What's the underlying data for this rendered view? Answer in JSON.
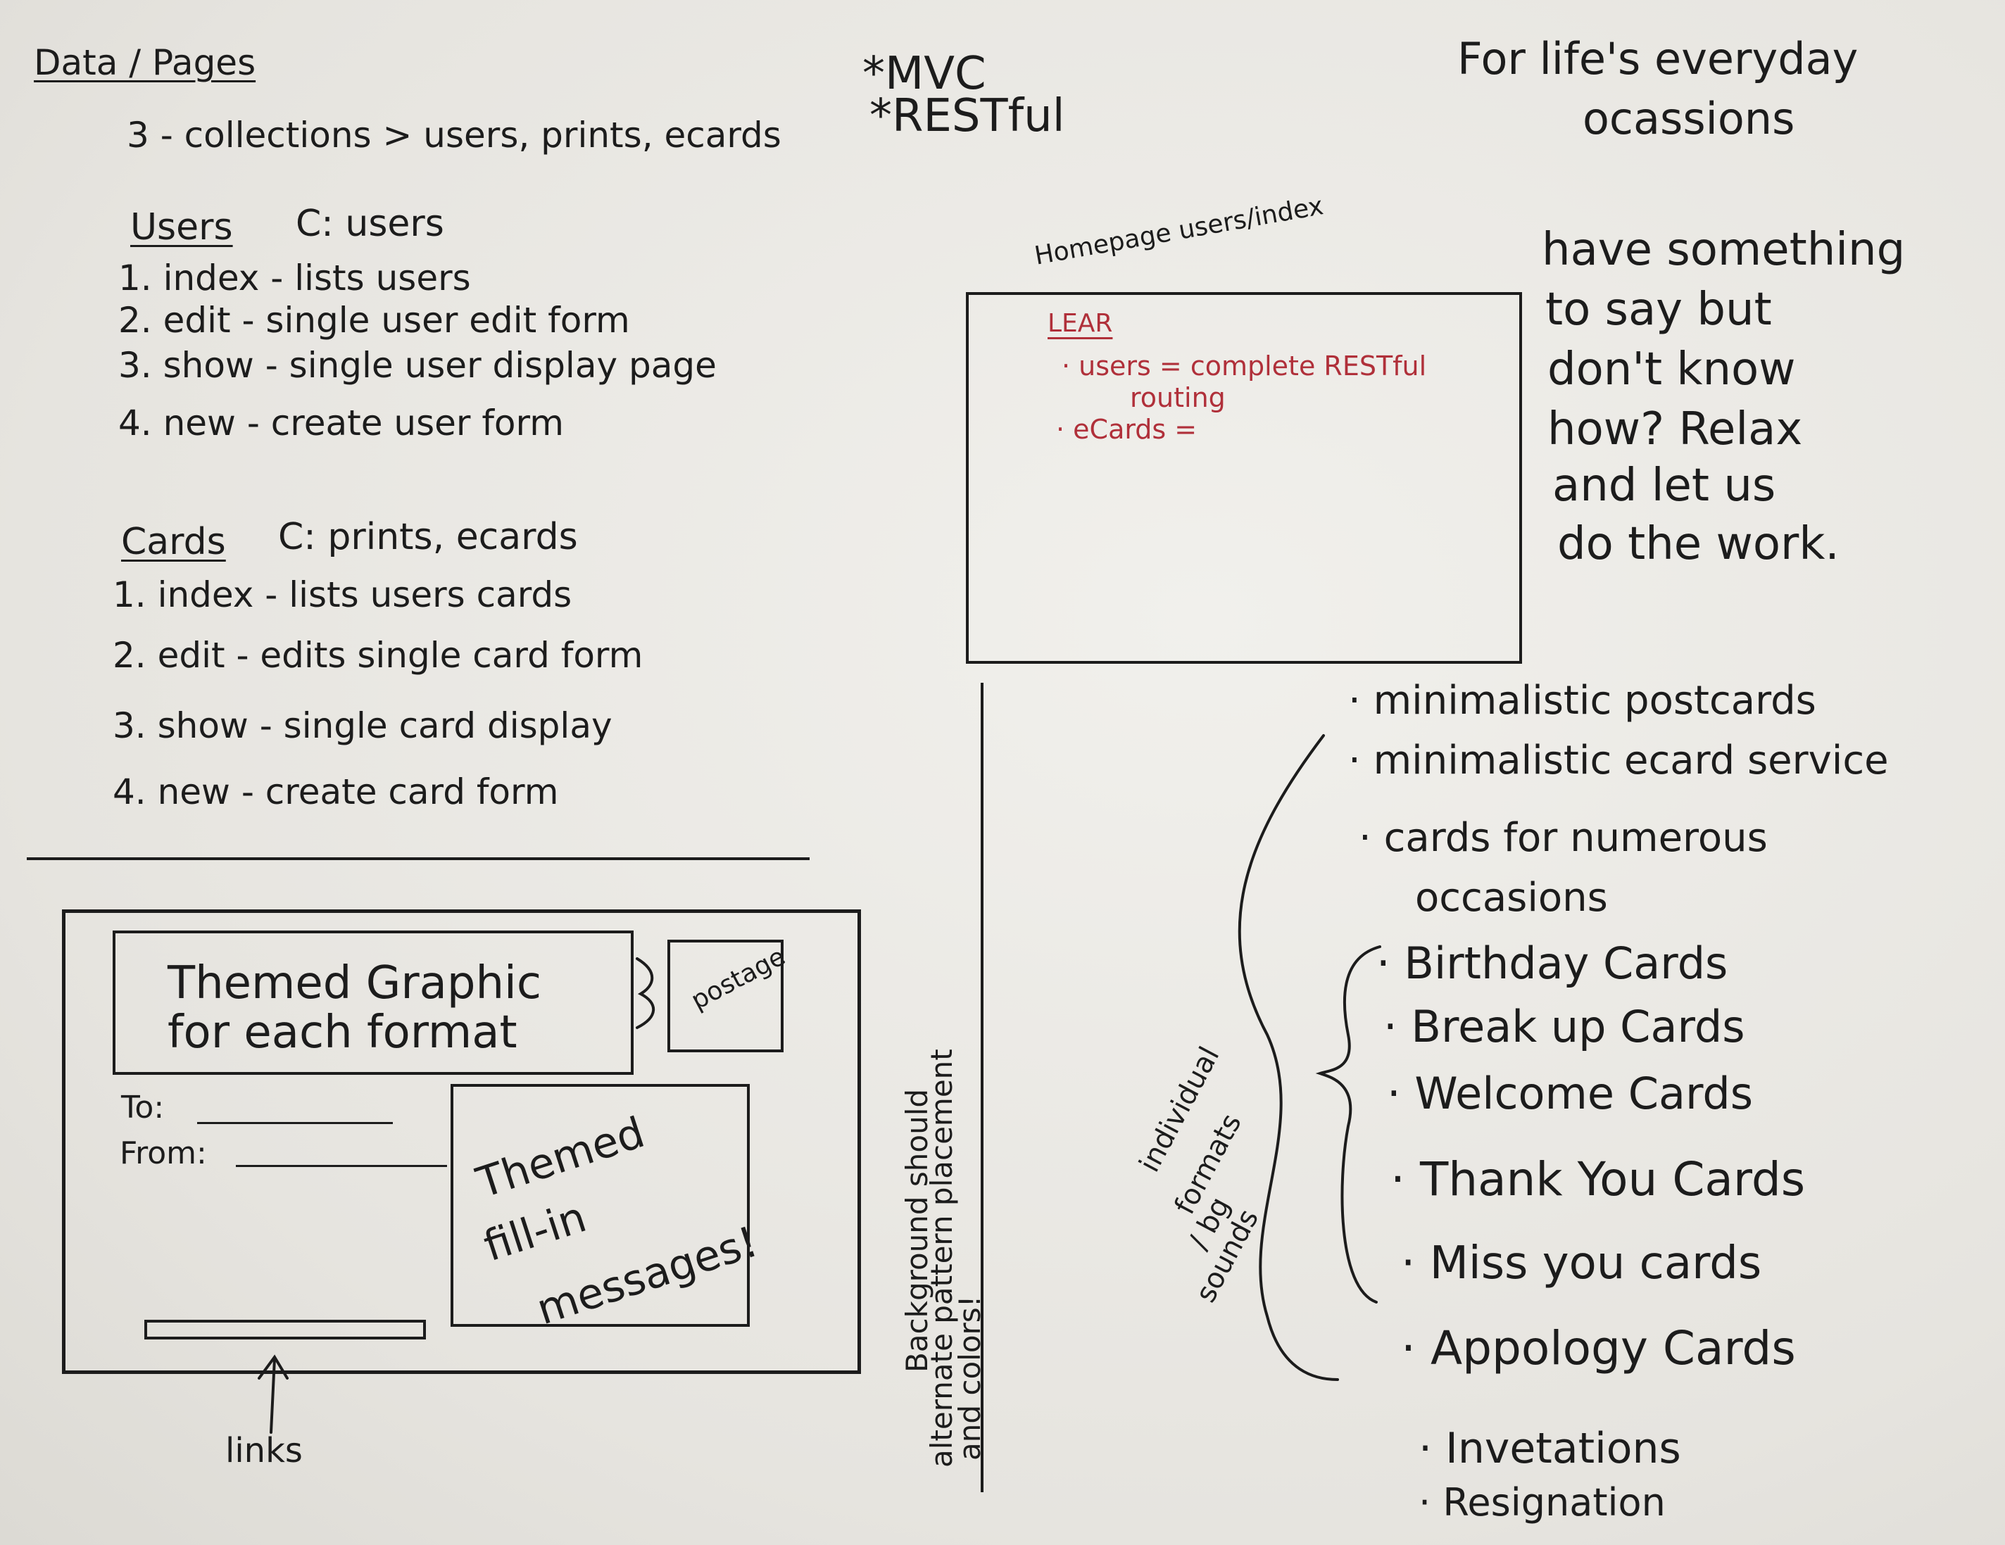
{
  "left": {
    "heading": "Data / Pages",
    "collections_line": "3 - collections > users, prints, ecards",
    "users_section": {
      "title": "Users",
      "controller": "C: users",
      "items": [
        "1. index - lists users",
        "2. edit - single user edit form",
        "3. show - single user display page",
        "4. new - create user form"
      ]
    },
    "cards_section": {
      "title": "Cards",
      "controller": "C: prints, ecards",
      "items": [
        "1. index - lists users cards",
        "2. edit - edits single card form",
        "3. show - single card display",
        "4. new - create card form"
      ]
    }
  },
  "center": {
    "mvc": "*MVC",
    "restful": "*RESTful",
    "tabs_label": "Homepage  users/index",
    "wireframe": {
      "label": "LEAR",
      "line1": "· users = complete RESTful",
      "line1b": "routing",
      "line2": "· eCards ="
    }
  },
  "right": {
    "tagline_line1": "For life's everyday",
    "tagline_line2": "ocassions",
    "pitch": [
      "have something",
      "to say but",
      "don't know",
      "how? Relax",
      "and let us",
      "do the work."
    ],
    "bullets": [
      "· minimalistic postcards",
      "· minimalistic ecard service",
      "· cards for numerous",
      "occasions"
    ],
    "card_types": [
      "· Birthday Cards",
      "· Break up Cards",
      "· Welcome Cards",
      "· Thank You Cards",
      "· Miss you cards",
      "· Appology Cards",
      "· Invetations",
      "· Resignation"
    ],
    "side_note_1": "individual",
    "side_note_2": "formats",
    "side_note_3": "/ bg",
    "side_note_4": "sounds"
  },
  "postcard": {
    "graphic_label_1": "Themed Graphic",
    "graphic_label_2": "for each format",
    "postage": "postage",
    "to_label": "To:",
    "from_label": "From:",
    "message_1": "Themed",
    "message_2": "fill-in",
    "message_3": "messages!",
    "links_label": "links",
    "side_1": "Background should",
    "side_2": "alternate pattern placement",
    "side_3": "and colors!"
  }
}
